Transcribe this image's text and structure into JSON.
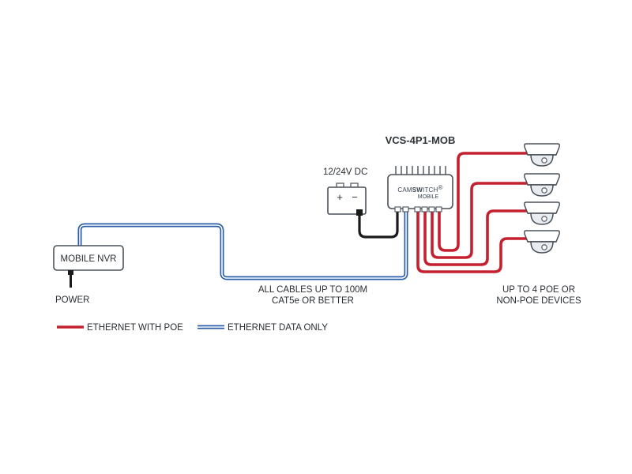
{
  "device": {
    "model": "VCS-4P1-MOB",
    "brand_left": "CAM",
    "brand_mid": "SW",
    "brand_right": "ITCH",
    "brand_reg": "®",
    "brand_sub": "MOBILE"
  },
  "nvr": {
    "label": "MOBILE NVR",
    "power_label": "POWER"
  },
  "battery": {
    "label": "12/24V DC",
    "plus": "+",
    "minus": "−"
  },
  "cables": {
    "line1": "ALL CABLES UP TO 100M",
    "line2": "CAT5e OR BETTER"
  },
  "cameras": {
    "line1": "UP TO 4 POE OR",
    "line2": "NON-POE DEVICES",
    "count": 4
  },
  "legend": [
    {
      "label": "ETHERNET WITH POE",
      "color": "#c4202f"
    },
    {
      "label": "ETHERNET DATA ONLY",
      "color": "#2c5ea8"
    }
  ],
  "colors": {
    "poe": "#c4202f",
    "data": "#2c5ea8",
    "outline": "#4a5259",
    "body_fill": "#e9edf1"
  }
}
